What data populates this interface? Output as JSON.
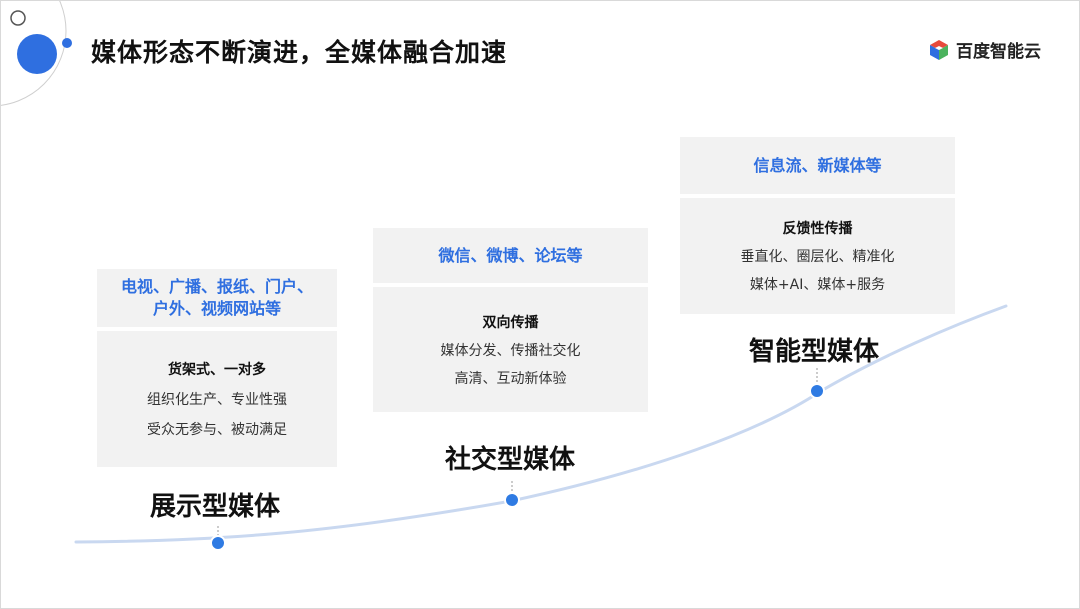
{
  "title": "媒体形态不断演进，全媒体融合加速",
  "logo": {
    "text": "百度智能云",
    "icon": "cube-logo-icon"
  },
  "colors": {
    "accent": "#2f6fe0",
    "card_bg": "#f2f2f2",
    "curve": "#c7d6ee"
  },
  "stages": [
    {
      "name": "展示型媒体",
      "channels": [
        "电视、广播、报纸、门户、",
        "户外、视频网站等"
      ],
      "mode": "货架式、一对多",
      "features": [
        "组织化生产、专业性强",
        "受众无参与、被动满足"
      ]
    },
    {
      "name": "社交型媒体",
      "channels": [
        "微信、微博、论坛等"
      ],
      "mode": "双向传播",
      "features": [
        "媒体分发、传播社交化",
        "高清、互动新体验"
      ]
    },
    {
      "name": "智能型媒体",
      "channels": [
        "信息流、新媒体等"
      ],
      "mode": "反馈性传播",
      "features": [
        "垂直化、圈层化、精准化",
        "媒体+AI、媒体+服务"
      ]
    }
  ]
}
